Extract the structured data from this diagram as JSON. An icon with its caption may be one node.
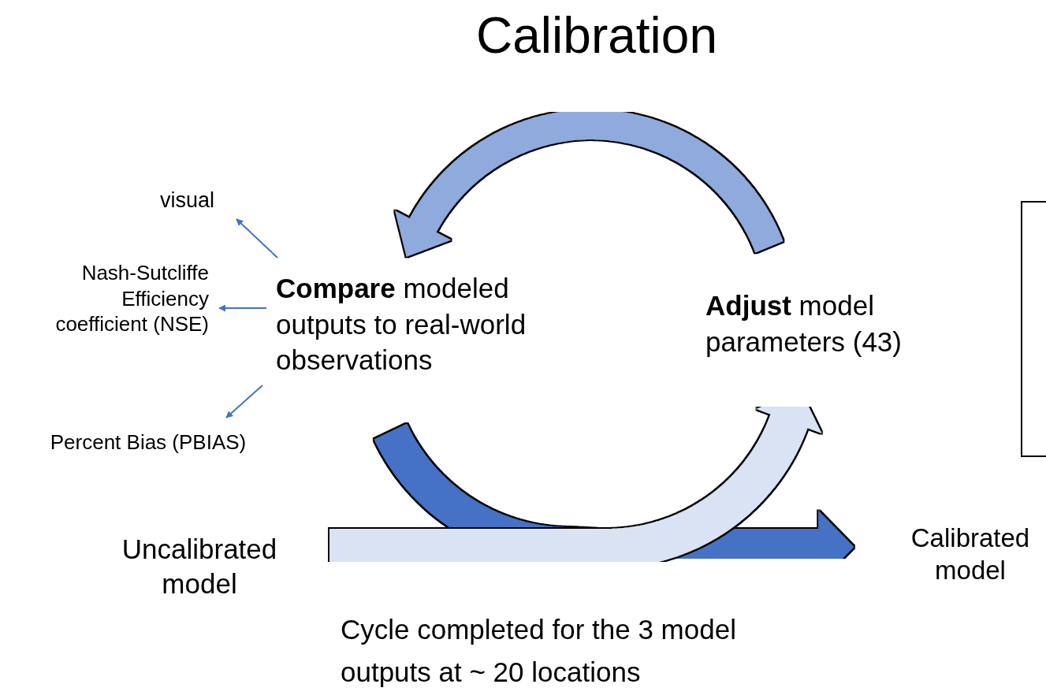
{
  "diagram": {
    "title": "Calibration",
    "nodes": [
      {
        "text": [
          "**Compare** modeled outputs to real-world observations"
        ]
      },
      {
        "text": [
          "**Adjust** model parameters (43)"
        ]
      },
      {
        "text": [
          "visual"
        ]
      },
      {
        "text": [
          "Nash-Sutcliffe Efficiency coefficient (NSE)"
        ]
      },
      {
        "text": [
          "Percent Bias (PBIAS)"
        ]
      },
      {
        "text": [
          "Uncalibrated model"
        ]
      },
      {
        "text": [
          "Calibrated model"
        ]
      },
      {
        "text": [],
        "shape": "box"
      }
    ],
    "edges": [
      {
        "from": 1,
        "to": 0,
        "arrow": "to",
        "style": "thick",
        "color": "#8faadc"
      },
      {
        "from": 0,
        "to": 6,
        "arrow": "to",
        "style": "thick",
        "color": "#4472c4"
      },
      {
        "from": 5,
        "to": 1,
        "arrow": "to",
        "style": "thick",
        "color": "#dae3f3"
      },
      {
        "from": 0,
        "to": 2,
        "arrow": "to"
      },
      {
        "from": 0,
        "to": 3,
        "arrow": "to"
      },
      {
        "from": 0,
        "to": 4,
        "arrow": "to"
      }
    ],
    "labels": [
      "Cycle completed for the 3 model outputs at ~ 20 locations"
    ]
  }
}
